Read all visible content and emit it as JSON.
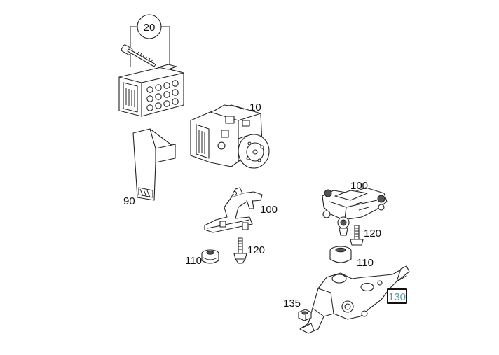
{
  "diagram": {
    "callouts": [
      {
        "id": "c20",
        "text": "20"
      },
      {
        "id": "c10",
        "text": "10"
      },
      {
        "id": "c90",
        "text": "90"
      },
      {
        "id": "c100a",
        "text": "100"
      },
      {
        "id": "c100b",
        "text": "100"
      },
      {
        "id": "c110a",
        "text": "110"
      },
      {
        "id": "c110b",
        "text": "110"
      },
      {
        "id": "c120a",
        "text": "120"
      },
      {
        "id": "c120b",
        "text": "120"
      },
      {
        "id": "c135",
        "text": "135"
      },
      {
        "id": "c130",
        "text": "130"
      }
    ],
    "highlighted_callout": "130",
    "highlight_color": "#cfe8ee"
  }
}
